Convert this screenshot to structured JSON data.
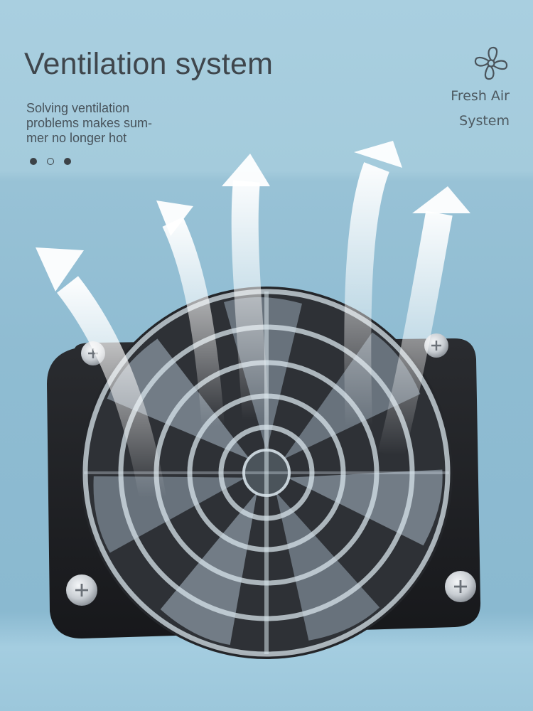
{
  "header": {
    "title": "Ventilation system",
    "subtitle": "Solving ventilation problems makes sum-mer no longer hot",
    "subtitle_lines": [
      "Solving ventilation",
      "problems makes sum-",
      "mer no longer hot"
    ],
    "dots": [
      "filled",
      "hollow",
      "filled"
    ]
  },
  "badge": {
    "icon": "fan-icon",
    "line1": "Fresh Air",
    "line2": "System"
  },
  "colors": {
    "background": "#9cc5d9",
    "text": "#3f464c",
    "fan_frame": "#1e2024",
    "airflow_arrows": "#ffffff"
  }
}
